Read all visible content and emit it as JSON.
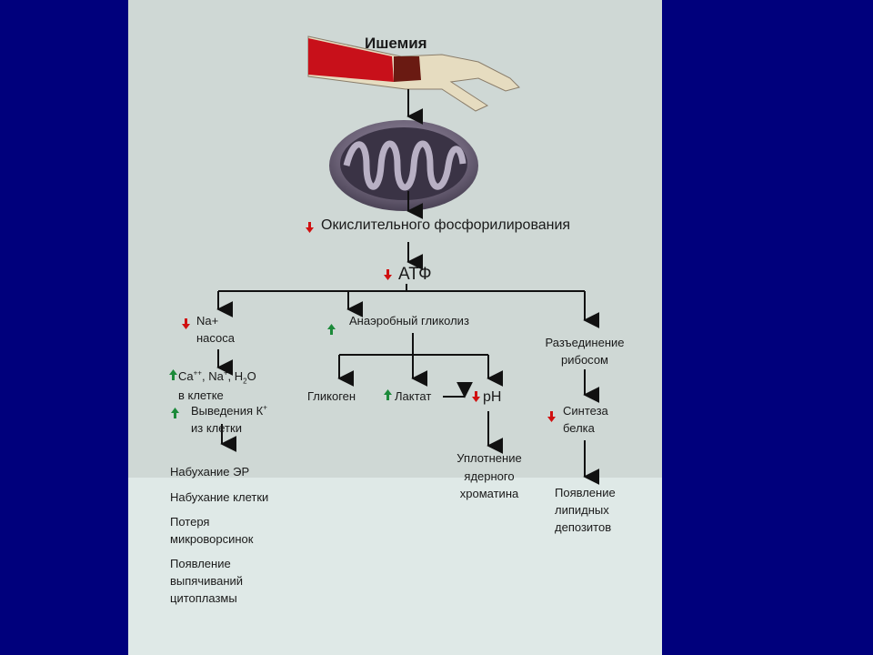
{
  "title": "Ишемия",
  "nodes": {
    "oxphos": "Окислительного фосфорилирования",
    "atf": "АТФ",
    "na_pump_1": "Na+",
    "na_pump_2": "насоса",
    "anaerobic": "Анаэробный гликолиз",
    "ribosome_1": "Разъединение",
    "ribosome_2": "рибосом",
    "ion_1_pre": "Ca",
    "ion_1_sup1": "++",
    "ion_1_mid": ", Na",
    "ion_1_sup2": "+",
    "ion_1_mid2": ", H",
    "ion_1_sub": "2",
    "ion_1_post": "O",
    "ion_2": "в клетке",
    "k_1_pre": "Выведения К",
    "k_1_sup": "+",
    "k_2": "из клетки",
    "glycogen": "Гликоген",
    "lactate": "Лактат",
    "ph": "pH",
    "protein_1": "Синтеза",
    "protein_2": "белка",
    "chromatin_1": "Уплотнение",
    "chromatin_2": "ядерного",
    "chromatin_3": "хроматина",
    "er": "Набухание ЭР",
    "cell_swell": "Набухание клетки",
    "micro_1": "Потеря",
    "micro_2": "микроворсинок",
    "bleb_1": "Появление",
    "bleb_2": "выпячиваний",
    "bleb_3": "цитоплазмы",
    "lipid_1": "Появление",
    "lipid_2": "липидных",
    "lipid_3": "депозитов"
  },
  "colors": {
    "frame": "#00007c",
    "paper": "#cfd8d5",
    "arrow": "#111111",
    "decrease_arrow": "#d01010",
    "increase_arrow": "#1c8a3a",
    "vessel_blood": "#c8101a",
    "mitochondrion": "#6d6378"
  },
  "icons": {
    "decrease": "red-down-arrow-icon",
    "increase": "green-up-arrow-icon"
  }
}
